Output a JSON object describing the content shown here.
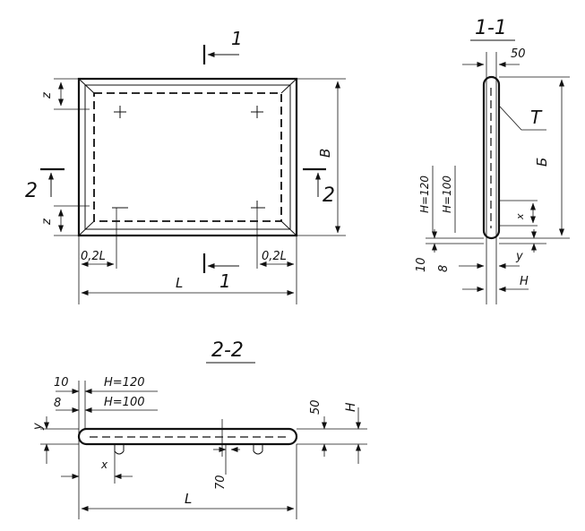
{
  "plan_view": {
    "section_mark": "1",
    "section_mark_bottom": "1",
    "section_mark_left": "2",
    "section_mark_right": "2",
    "dim_z_top": "z",
    "dim_z_bottom": "z",
    "dim_b": "B",
    "dim_02l_left": "0,2L",
    "dim_02l_right": "0,2L",
    "dim_l": "L"
  },
  "section_1_1": {
    "title": "1-1",
    "dim_50": "50",
    "label_t": "T",
    "dim_b": "Б",
    "dim_h120": "H=120",
    "dim_h100": "H=100",
    "dim_x": "x",
    "dim_10": "10",
    "dim_8": "8",
    "dim_y": "y",
    "dim_h": "H"
  },
  "section_2_2": {
    "title": "2-2",
    "dim_10": "10",
    "dim_8": "8",
    "dim_h120": "H=120",
    "dim_h100": "H=100",
    "dim_y": "y",
    "dim_x": "x",
    "dim_50": "50",
    "dim_h": "H",
    "dim_70": "70",
    "dim_l": "L"
  }
}
